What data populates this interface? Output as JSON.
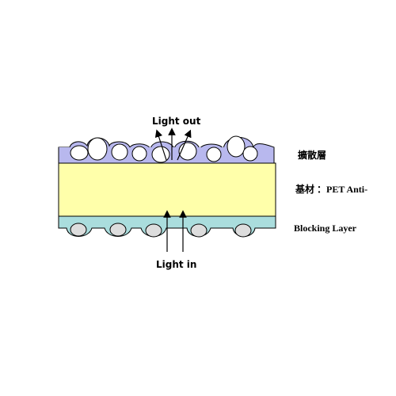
{
  "labels": {
    "light_out": "Light out",
    "light_in": "Light in",
    "diffusion_layer": "擴散層",
    "substrate": "基材 ：PET Anti-",
    "blocking_layer": "Blocking Layer"
  },
  "colors": {
    "diffusion_layer": "#b8b8ee",
    "substrate": "#ffffaa",
    "blocking_layer": "#aadddd",
    "bead_white": "#ffffff",
    "bead_gray": "#dddddd",
    "outline": "#000000",
    "background": "#ffffff"
  }
}
